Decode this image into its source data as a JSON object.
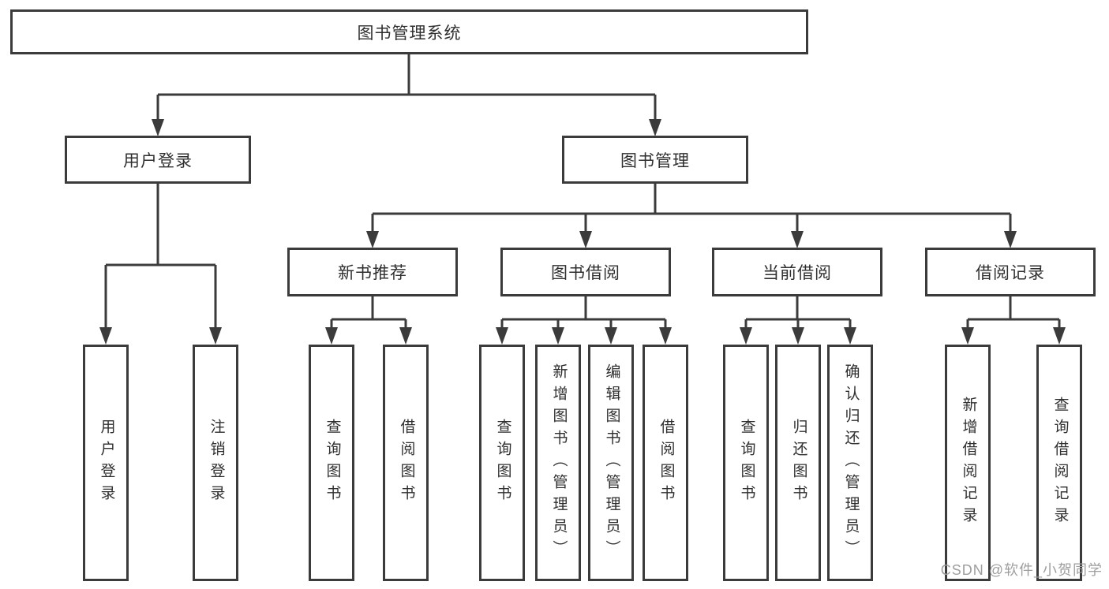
{
  "diagram_type": "functional-structure-tree",
  "tree": {
    "label": "图书管理系统",
    "children": [
      {
        "label": "用户登录",
        "children": [
          {
            "label": "用户登录"
          },
          {
            "label": "注销登录"
          }
        ]
      },
      {
        "label": "图书管理",
        "children": [
          {
            "label": "新书推荐",
            "children": [
              {
                "label": "查询图书"
              },
              {
                "label": "借阅图书"
              }
            ]
          },
          {
            "label": "图书借阅",
            "children": [
              {
                "label": "查询图书"
              },
              {
                "label": "新增图书（管理员）"
              },
              {
                "label": "编辑图书（管理员）"
              },
              {
                "label": "借阅图书"
              }
            ]
          },
          {
            "label": "当前借阅",
            "children": [
              {
                "label": "查询图书"
              },
              {
                "label": "归还图书"
              },
              {
                "label": "确认归还（管理员）"
              }
            ]
          },
          {
            "label": "借阅记录",
            "children": [
              {
                "label": "新增借阅记录"
              },
              {
                "label": "查询借阅记录"
              }
            ]
          }
        ]
      }
    ]
  },
  "watermark": {
    "text": "CSDN @软件_小贺同学"
  },
  "colors": {
    "line": "#3b3b3b",
    "box_border": "#3b3b3b",
    "box_background": "#ffffff",
    "text": "#2f2f2f",
    "watermark": "#9e9e9e",
    "background": "#ffffff"
  }
}
